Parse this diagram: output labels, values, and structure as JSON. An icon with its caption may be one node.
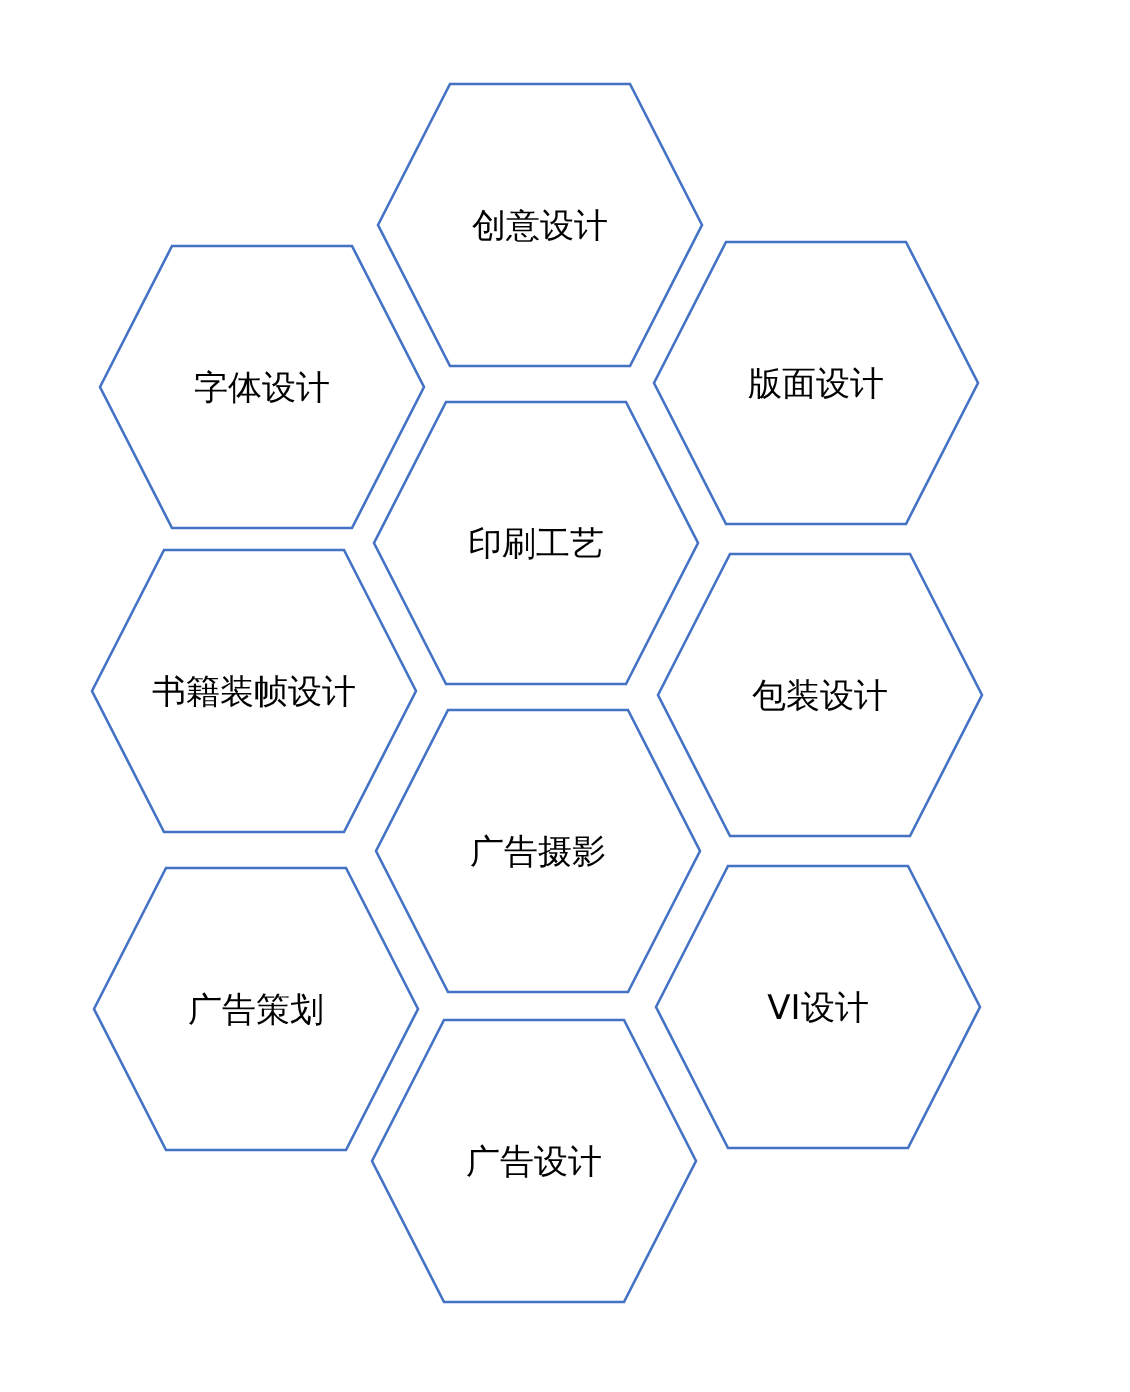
{
  "diagram": {
    "nodes": [
      {
        "text": [
          "创意设计"
        ]
      },
      {
        "text": [
          "字体设计"
        ]
      },
      {
        "text": [
          "版面设计"
        ]
      },
      {
        "text": [
          "印刷工艺"
        ]
      },
      {
        "text": [
          "书籍装帧设计"
        ]
      },
      {
        "text": [
          "包装设计"
        ]
      },
      {
        "text": [
          "广告摄影"
        ]
      },
      {
        "text": [
          "广告策划"
        ]
      },
      {
        "text": [
          "VI设计"
        ]
      },
      {
        "text": [
          "广告设计"
        ]
      }
    ]
  }
}
